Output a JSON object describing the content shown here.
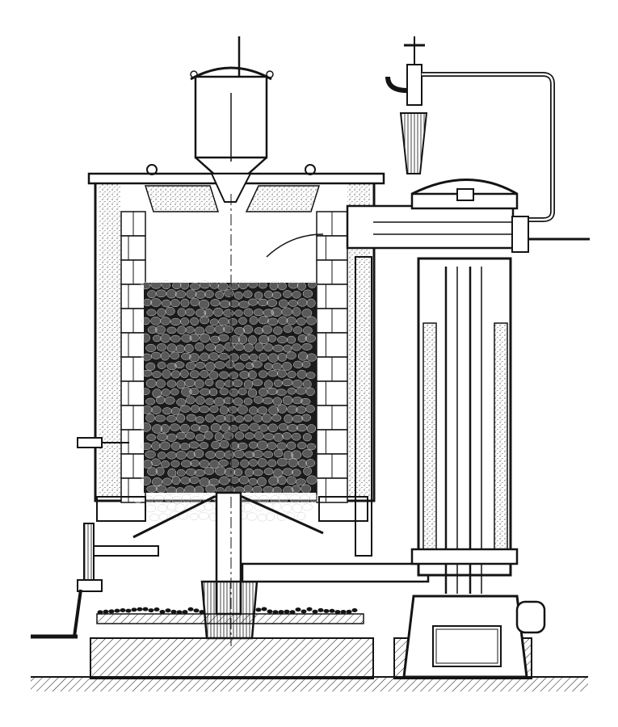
{
  "image": {
    "kind": "engraving",
    "subject": "gas-producer-furnace-section",
    "palette": {
      "ink": "#141414",
      "paper": "#ffffff",
      "mid": "#8a8a8a"
    }
  },
  "parts": [
    {
      "id": "feed-hopper",
      "icon": "hopper"
    },
    {
      "id": "top-cover",
      "icon": "dome-cover"
    },
    {
      "id": "steam-valve",
      "icon": "valve"
    },
    {
      "id": "steam-pipe",
      "icon": "pipe"
    },
    {
      "id": "firebrick-lining",
      "icon": "brick-wall"
    },
    {
      "id": "fuel-charge",
      "icon": "coal-bed"
    },
    {
      "id": "grate-cone",
      "icon": "cone"
    },
    {
      "id": "crank-gear",
      "icon": "gear"
    },
    {
      "id": "hand-crank",
      "icon": "crank-handle"
    },
    {
      "id": "vertical-tube-column",
      "icon": "tube-stack"
    },
    {
      "id": "connecting-duct",
      "icon": "duct"
    },
    {
      "id": "base-plinth",
      "icon": "foundation"
    },
    {
      "id": "ash-pit",
      "icon": "ash"
    },
    {
      "id": "column-base",
      "icon": "pedestal"
    }
  ]
}
